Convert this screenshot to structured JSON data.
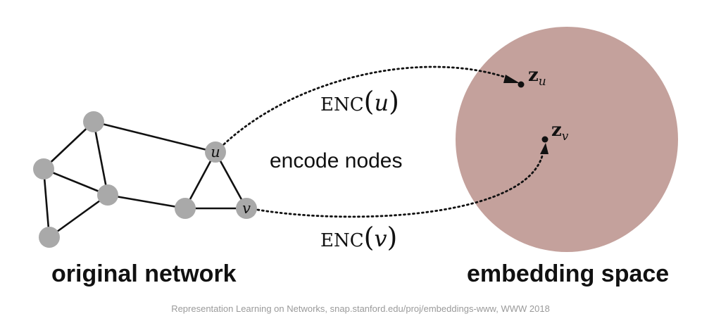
{
  "network": {
    "label": "original network",
    "node_u_label": "u",
    "node_v_label": "v"
  },
  "embedding": {
    "label": "embedding space",
    "z_symbol": "z",
    "z_u_subscript": "u",
    "z_v_subscript": "v"
  },
  "mapping": {
    "center_label": "encode nodes",
    "enc_prefix": "ENC",
    "enc_u_arg": "u",
    "enc_v_arg": "v",
    "paren_open": "(",
    "paren_close": ")"
  },
  "footer": {
    "citation": "Representation Learning on Networks, snap.stanford.edu/proj/embeddings-www, WWW 2018"
  },
  "colors": {
    "embedding_fill": "#c4a19c",
    "node_fill": "#a9a9a9",
    "ink": "#111111",
    "footer_text": "#9a9a9a"
  }
}
